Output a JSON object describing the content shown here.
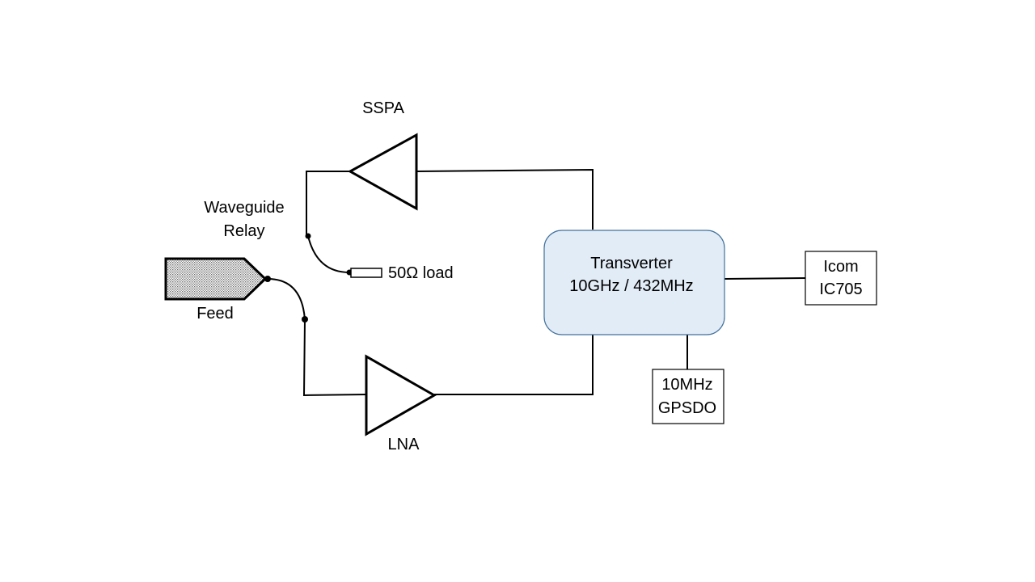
{
  "colors": {
    "transverter_fill": "#e2ecf7",
    "transverter_stroke": "#41719c",
    "line": "#000000",
    "feed_pattern": "dotted-gray"
  },
  "labels": {
    "sspa": "SSPA",
    "waveguide_relay_line1": "Waveguide",
    "waveguide_relay_line2": "Relay",
    "load": "50Ω load",
    "feed": "Feed",
    "lna": "LNA",
    "transverter_line1": "Transverter",
    "transverter_line2": "10GHz / 432MHz",
    "radio_line1": "Icom",
    "radio_line2": "IC705",
    "reference_line1": "10MHz",
    "reference_line2": "GPSDO"
  }
}
